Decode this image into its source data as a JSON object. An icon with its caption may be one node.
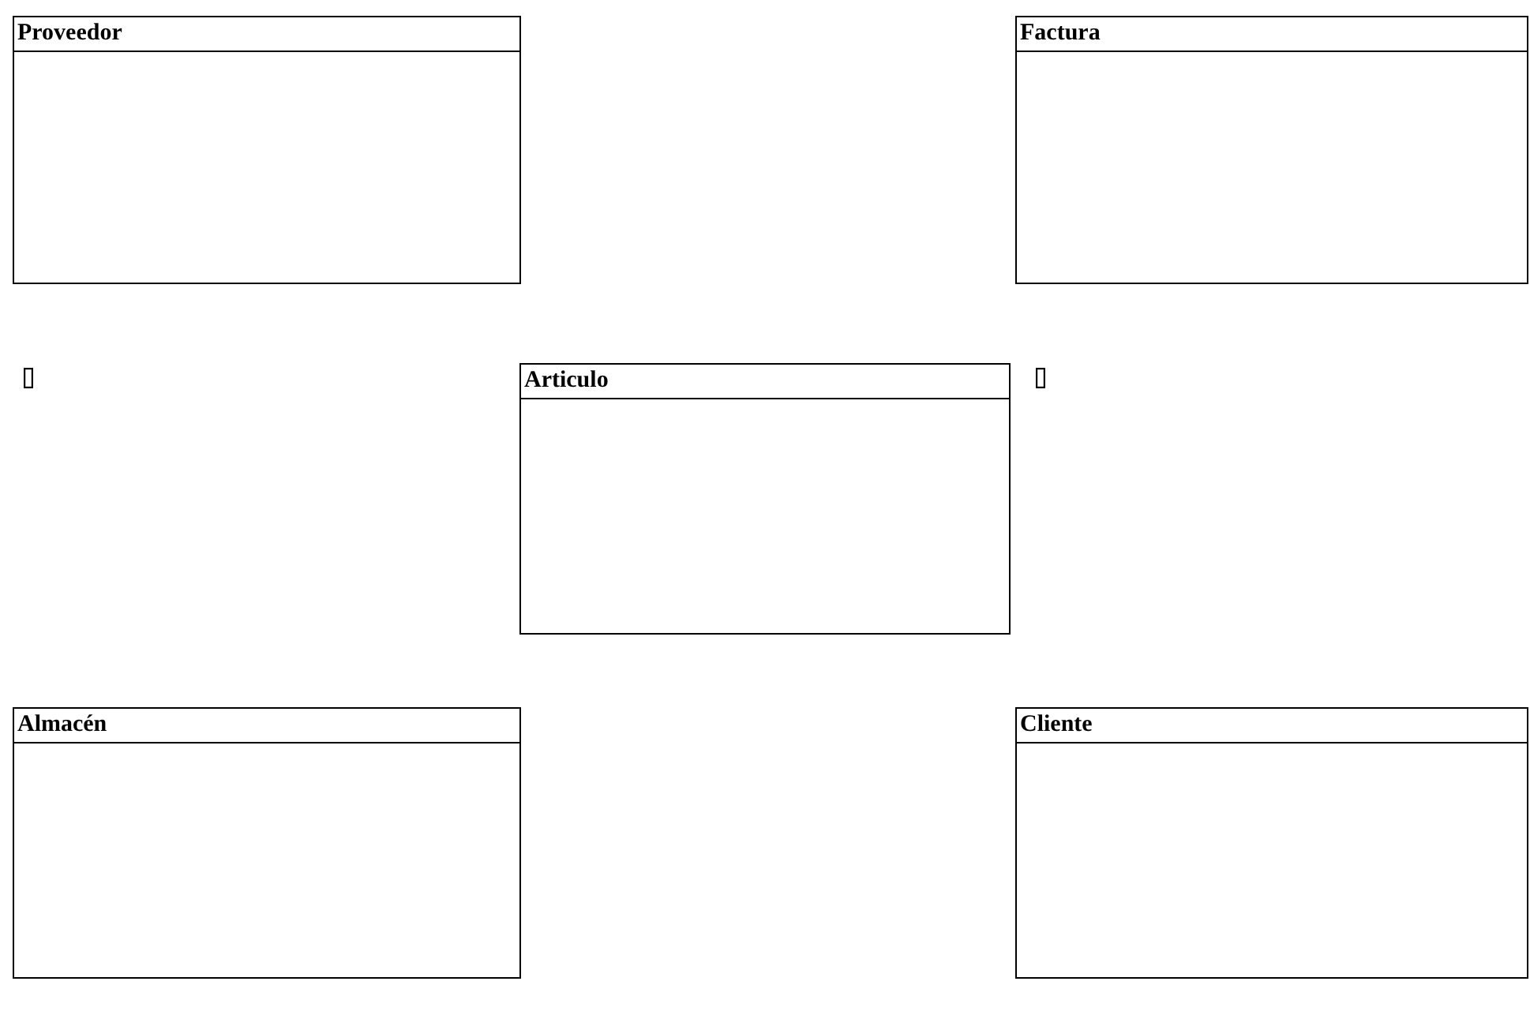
{
  "diagram": {
    "nodes": [
      {
        "text": [
          "Proveedor"
        ]
      },
      {
        "text": [
          "Factura"
        ]
      },
      {
        "text": [
          "Articulo"
        ]
      },
      {
        "text": [
          "Almacén"
        ]
      },
      {
        "text": [
          "Cliente"
        ]
      }
    ]
  }
}
